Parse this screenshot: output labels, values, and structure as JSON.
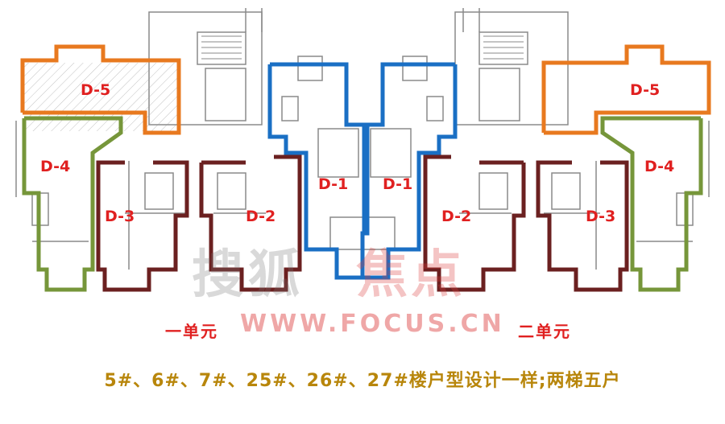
{
  "units": {
    "d5": "D-5",
    "d4": "D-4",
    "d3": "D-3",
    "d2": "D-2",
    "d1": "D-1"
  },
  "unit_names": {
    "one": "一单元",
    "two": "二单元"
  },
  "watermark": {
    "cn_left": "搜狐",
    "cn_right": "焦点",
    "url": "WWW.FOCUS.CN"
  },
  "caption": "5#、6#、7#、25#、26#、27#楼户型设计一样;两梯五户",
  "colors": {
    "d5": "#e8791f",
    "d4": "#76963a",
    "d3d2": "#6b2020",
    "d1": "#1a6fc4",
    "label": "#e02020",
    "caption": "#b8860b"
  }
}
